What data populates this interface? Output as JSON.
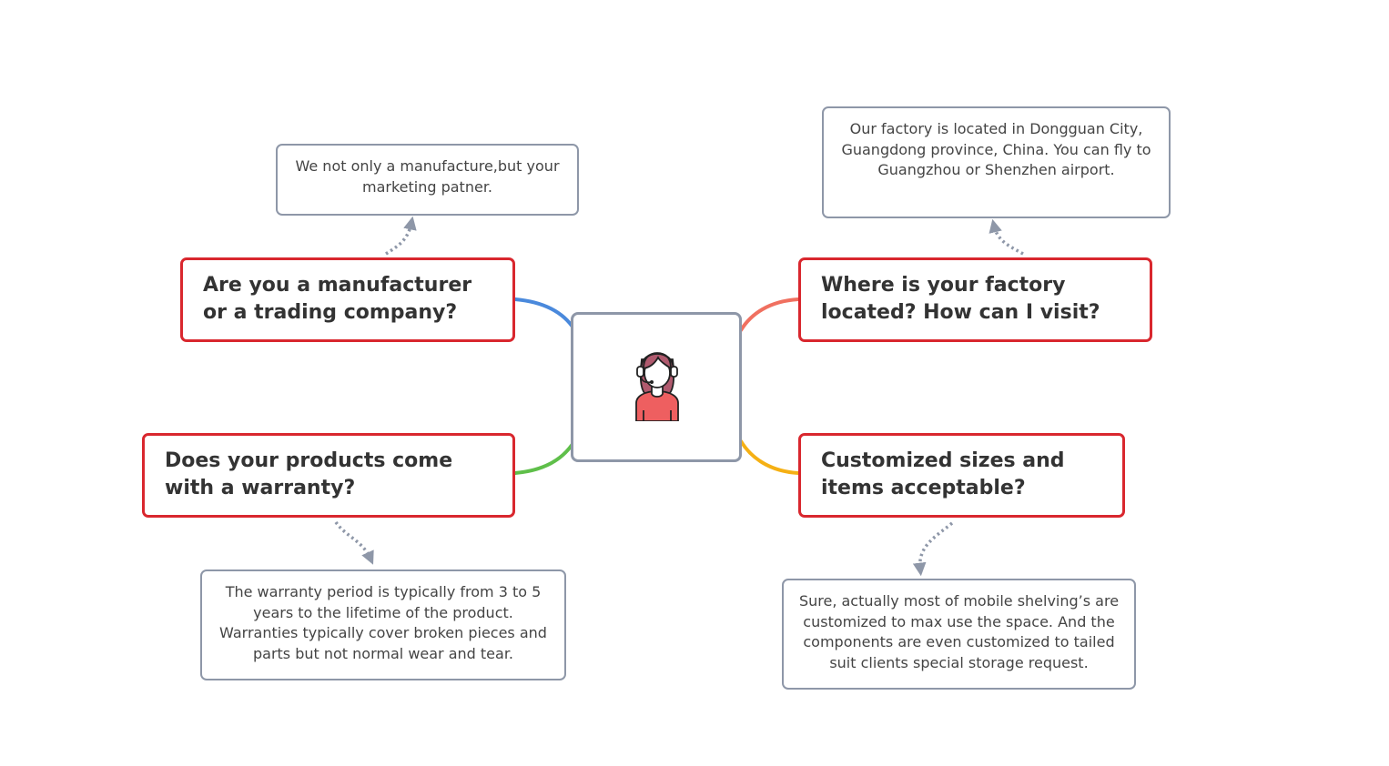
{
  "center": {
    "icon": "customer-service-agent-icon"
  },
  "questions": [
    {
      "id": "manufacturer",
      "text": "Are you a manufacturer or a trading company?",
      "branch_color": "#4a89dc"
    },
    {
      "id": "factory",
      "text": "Where is your factory located? How can I visit?",
      "branch_color": "#f07060"
    },
    {
      "id": "warranty",
      "text": "Does your products come with a warranty?",
      "branch_color": "#5fbf4a"
    },
    {
      "id": "customized",
      "text": "Customized sizes and items acceptable?",
      "branch_color": "#f5b014"
    }
  ],
  "answers": [
    {
      "id": "manufacturer",
      "text": "We not only a manufacture,but your marketing patner."
    },
    {
      "id": "factory",
      "text": "Our factory is located in Dongguan City, Guangdong province, China. You can fly to Guangzhou or Shenzhen airport."
    },
    {
      "id": "warranty",
      "text": "The warranty period is typically from 3 to 5 years to the lifetime of the product. Warranties typically cover broken pieces and parts but not normal wear and tear."
    },
    {
      "id": "customized",
      "text": "Sure, actually most of mobile shelving’s are customized to max use the space. And the components are even customized to tailed suit clients special storage request."
    }
  ],
  "colors": {
    "question_border": "#d9272e",
    "answer_border": "#8e97a8",
    "arrow": "#8e97a8"
  }
}
